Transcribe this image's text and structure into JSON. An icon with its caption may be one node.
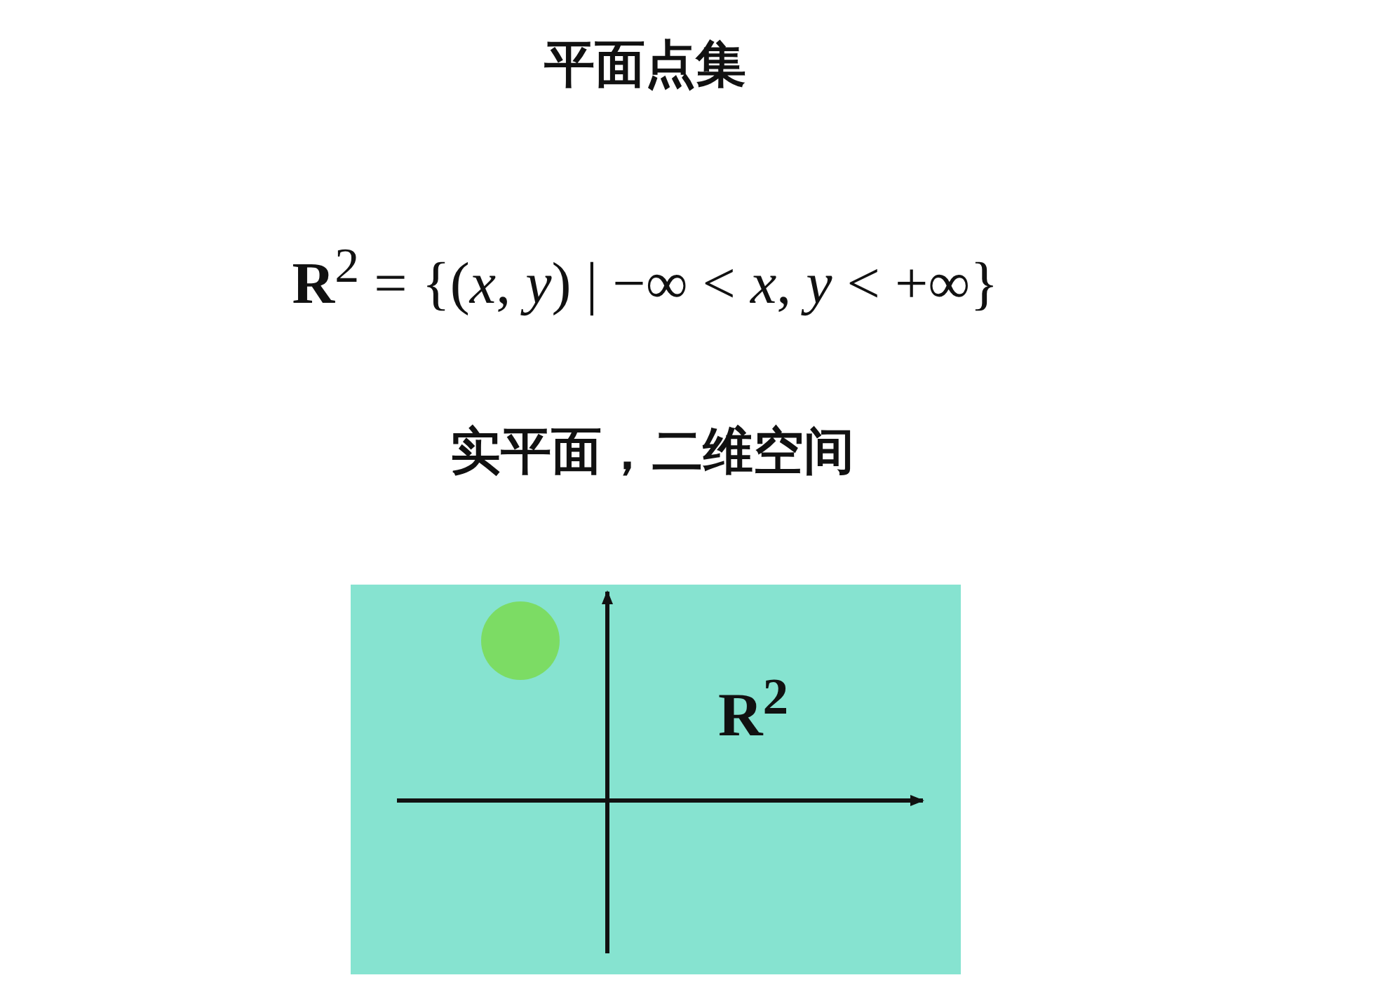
{
  "diagram": {
    "title": "平面点集",
    "labels": [
      "**R**$^{2}$ = {(*x*, *y*) | −∞ < *x*, *y* < +∞}",
      "实平面，二维空间",
      "R$^{2}$"
    ]
  }
}
